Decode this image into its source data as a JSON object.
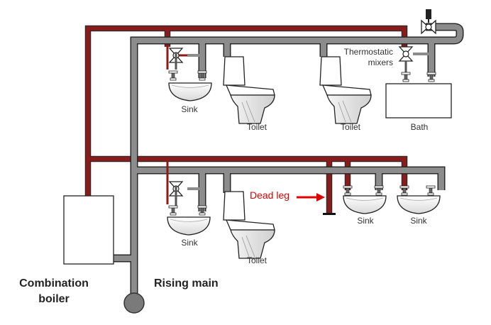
{
  "colors": {
    "hot_pipe": "#8b1a1a",
    "cold_pipe": "#8c8c8c",
    "pipe_outline": "#333333",
    "annotation": "#e00000"
  },
  "labels": {
    "sink_top": "Sink",
    "toilet_top_1": "Toilet",
    "toilet_top_2": "Toilet",
    "bath": "Bath",
    "thermostatic_mixers": "Thermostatic\nmixers",
    "sink_lower_left": "Sink",
    "toilet_lower": "Toilet",
    "dead_leg": "Dead leg",
    "sink_lower_1": "Sink",
    "sink_lower_2": "Sink",
    "combination_boiler": "Combination\nboiler",
    "rising_main": "Rising main"
  }
}
